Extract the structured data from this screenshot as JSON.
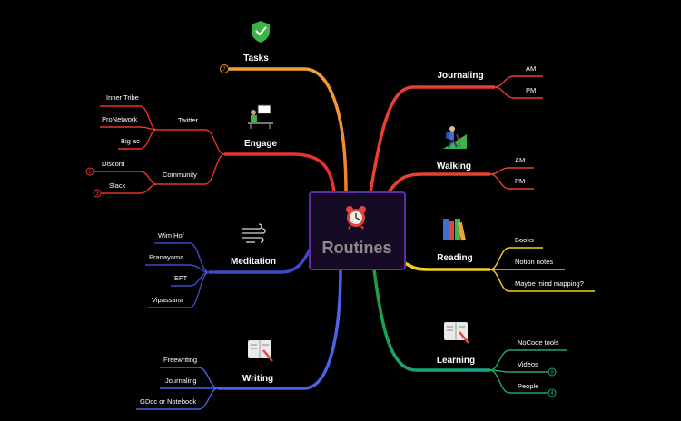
{
  "central": {
    "label": "Routines",
    "icon": "alarm-clock-icon"
  },
  "colors": {
    "background": "#000000",
    "central_border": "#5a2ea6",
    "central_fill": "#160b24",
    "central_text": "#8c8c8c",
    "tasks": "#f29b2e",
    "engage": "#e8332e",
    "meditation": "#4147c9",
    "writing": "#4a63e8",
    "journaling": "#ef3a3a",
    "walking": "#e8412f",
    "reading": "#f2d11a",
    "learning": "#1fa86b"
  },
  "left_branches": {
    "tasks": {
      "label": "Tasks",
      "icon": "shield-check-icon",
      "badge": "7"
    },
    "engage": {
      "label": "Engage",
      "icon": "presentation-icon",
      "twitter": {
        "label": "Twitter",
        "children": [
          "Inner Tribe",
          "ProNetwork",
          "Big ac"
        ]
      },
      "community": {
        "label": "Community",
        "children": [
          {
            "label": "Discord",
            "badge": "5"
          },
          {
            "label": "Slack",
            "badge": "3"
          }
        ]
      }
    },
    "meditation": {
      "label": "Meditation",
      "icon": "wind-icon",
      "children": [
        "Wim Hof",
        "Pranayama",
        "EFT",
        "Vipassana"
      ]
    },
    "writing": {
      "label": "Writing",
      "icon": "notebook-pen-icon",
      "children": [
        "Freewriting",
        "Journaling",
        "GDoc or Notebook"
      ]
    }
  },
  "right_branches": {
    "journaling": {
      "label": "Journaling",
      "children": [
        "AM",
        "PM"
      ]
    },
    "walking": {
      "label": "Walking",
      "icon": "hiker-icon",
      "children": [
        "AM",
        "PM"
      ]
    },
    "reading": {
      "label": "Reading",
      "icon": "books-icon",
      "children": [
        "Books",
        "Notion notes",
        "Maybe mind mapping?"
      ]
    },
    "learning": {
      "label": "Learning",
      "icon": "notebook-pen-icon",
      "children": [
        {
          "label": "NoCode tools",
          "badge": ""
        },
        {
          "label": "Videos",
          "badge": "8"
        },
        {
          "label": "People",
          "badge": "4"
        }
      ]
    }
  }
}
